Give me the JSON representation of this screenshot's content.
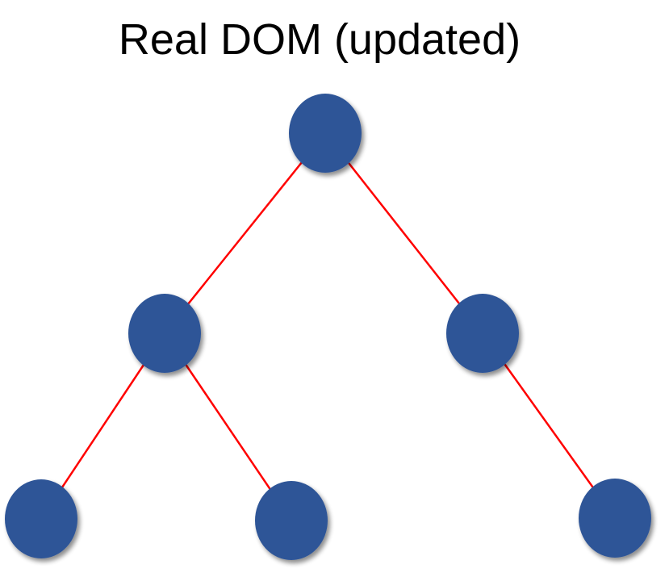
{
  "title": "Real DOM (updated)",
  "colors": {
    "node_fill": "#2f5597",
    "edge_stroke": "#ff0000",
    "background": "#ffffff",
    "title_text": "#000000"
  },
  "diagram": {
    "type": "tree",
    "nodes": [
      {
        "id": "root"
      },
      {
        "id": "left-child"
      },
      {
        "id": "right-child"
      },
      {
        "id": "left-left-leaf"
      },
      {
        "id": "left-right-leaf"
      },
      {
        "id": "right-leaf"
      }
    ],
    "edges": [
      {
        "from": "root",
        "to": "left-child"
      },
      {
        "from": "root",
        "to": "right-child"
      },
      {
        "from": "left-child",
        "to": "left-left-leaf"
      },
      {
        "from": "left-child",
        "to": "left-right-leaf"
      },
      {
        "from": "right-child",
        "to": "right-leaf"
      }
    ]
  }
}
